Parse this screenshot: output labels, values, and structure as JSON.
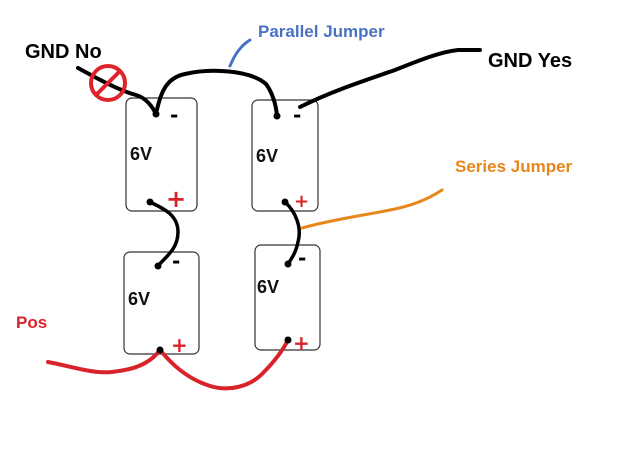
{
  "labels": {
    "gnd_no": "GND No",
    "gnd_yes": "GND Yes",
    "parallel_jumper": "Parallel Jumper",
    "series_jumper": "Series Jumper",
    "pos": "Pos"
  },
  "batteries": [
    {
      "voltage": "6V",
      "neg": "-",
      "pos": "+"
    },
    {
      "voltage": "6V",
      "neg": "-",
      "pos": "+"
    },
    {
      "voltage": "6V",
      "neg": "-",
      "pos": "+"
    },
    {
      "voltage": "6V",
      "neg": "-",
      "pos": "+"
    }
  ],
  "colors": {
    "wire_black": "#000000",
    "gnd_label": "#000000",
    "parallel_label": "#4a72c4",
    "series_label": "#e8861c",
    "series_wire": "#e8861c",
    "pos_label": "#d9232a",
    "pos_wire": "#d9232a",
    "no_symbol": "#e0232a",
    "terminal_sign": "#d9232a"
  },
  "icons": {
    "no_symbol": "prohibited-icon"
  }
}
